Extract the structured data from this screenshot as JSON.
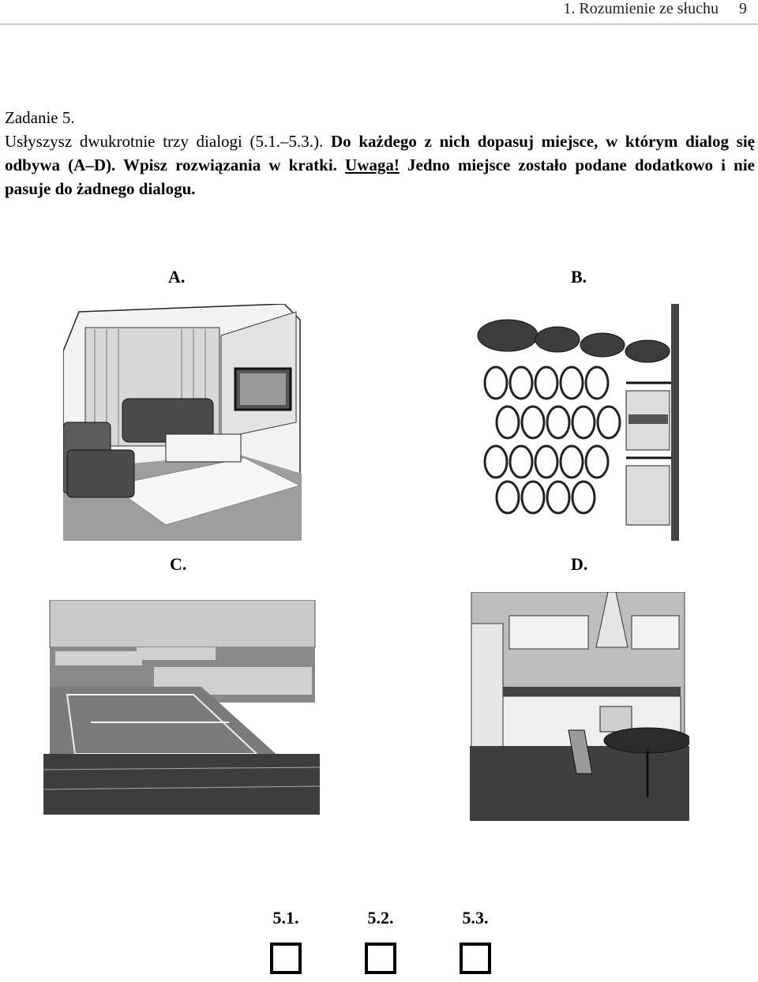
{
  "header": {
    "section": "1. Rozumienie ze słuchu",
    "page": "9"
  },
  "task": {
    "title": "Zadanie 5.",
    "line1_normal": "Usłyszysz dwukrotnie trzy dialogi (5.1.–5.3.). ",
    "line1_bold": "Do każdego z nich dopasuj miejsce, w którym dialog się odbywa (A–D). Wpisz rozwiązania w kratki. ",
    "warning": "Uwaga!",
    "after_warning": " Jedno miejsce zostało podane dodatkowo i nie pasuje do żadnego dialogu."
  },
  "pictures": [
    {
      "label": "A.",
      "icon": "living-room-illustration"
    },
    {
      "label": "B.",
      "icon": "tennis-shop-illustration"
    },
    {
      "label": "C.",
      "icon": "tennis-stadium-illustration"
    },
    {
      "label": "D.",
      "icon": "kitchen-illustration"
    }
  ],
  "answers": [
    {
      "label": "5.1."
    },
    {
      "label": "5.2."
    },
    {
      "label": "5.3."
    }
  ]
}
